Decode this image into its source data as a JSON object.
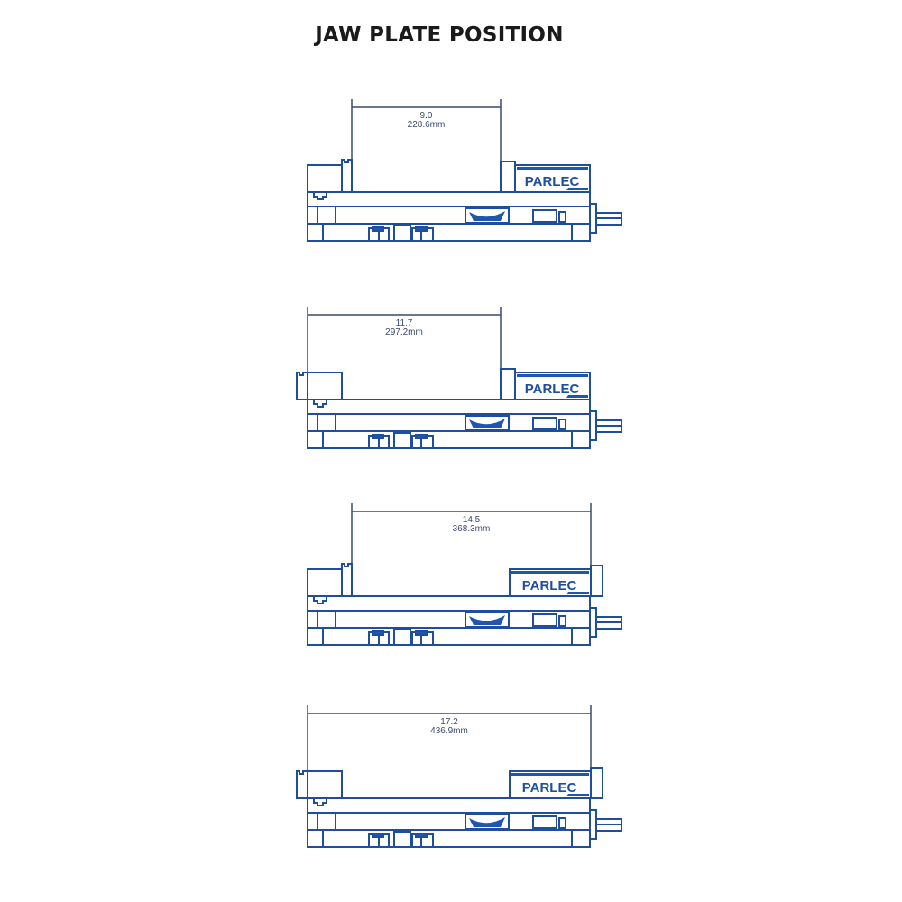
{
  "page": {
    "title": "JAW PLATE POSITION"
  },
  "colors": {
    "line": "#1f4f9c",
    "fill_dark": "#1e56b0",
    "dimension": "#3a4a6b",
    "title": "#1a1a1a"
  },
  "drawings": [
    {
      "id": "position-1",
      "dimension_inches": "9.0",
      "dimension_mm": "228.6mm",
      "brand_label": "PARLEC",
      "left_jaw": "inner",
      "right_jaw": "inner"
    },
    {
      "id": "position-2",
      "dimension_inches": "11.7",
      "dimension_mm": "297.2mm",
      "brand_label": "PARLEC",
      "left_jaw": "outer",
      "right_jaw": "inner"
    },
    {
      "id": "position-3",
      "dimension_inches": "14.5",
      "dimension_mm": "368.3mm",
      "brand_label": "PARLEC",
      "left_jaw": "inner",
      "right_jaw": "outer"
    },
    {
      "id": "position-4",
      "dimension_inches": "17.2",
      "dimension_mm": "436.9mm",
      "brand_label": "PARLEC",
      "left_jaw": "outer",
      "right_jaw": "outer"
    }
  ]
}
